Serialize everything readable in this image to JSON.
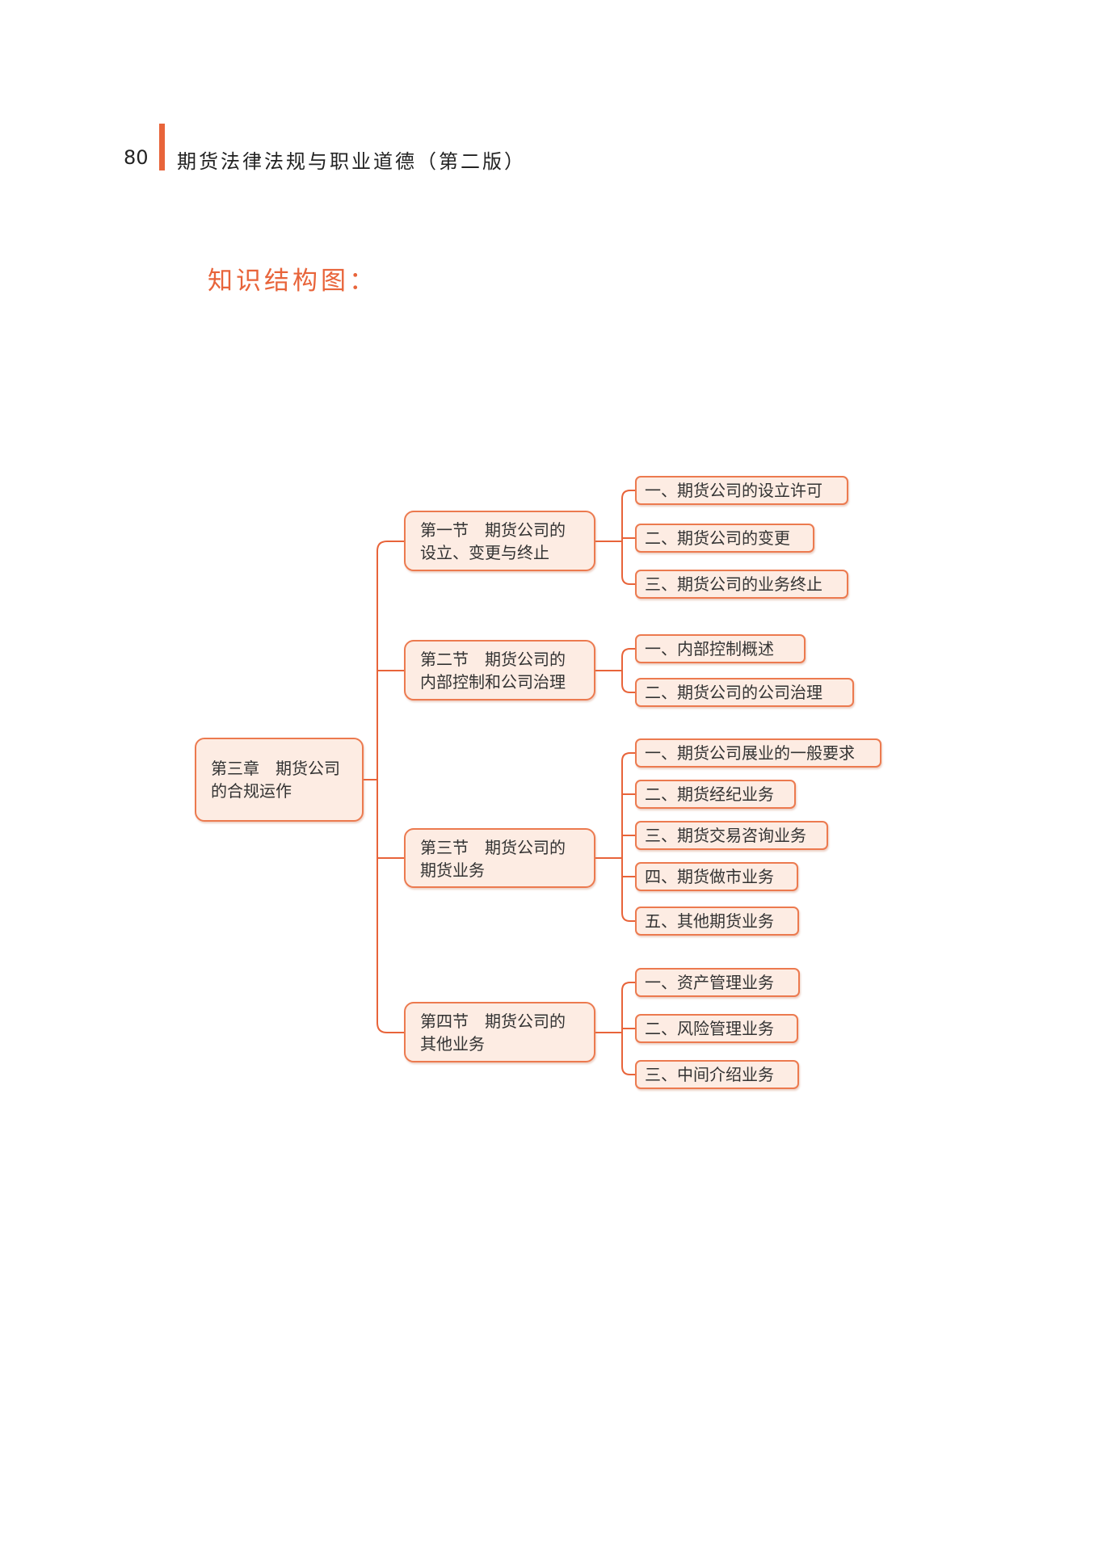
{
  "header": {
    "page_number": "80",
    "book_title": "期货法律法规与职业道德（第二版）"
  },
  "section_heading": "知识结构图：",
  "mindmap": {
    "root": {
      "line1": "第三章　期货公司",
      "line2": "的合规运作"
    },
    "sections": [
      {
        "line1": "第一节　期货公司的",
        "line2": "设立、变更与终止",
        "items": [
          "一、期货公司的设立许可",
          "二、期货公司的变更",
          "三、期货公司的业务终止"
        ]
      },
      {
        "line1": "第二节　期货公司的",
        "line2": "内部控制和公司治理",
        "items": [
          "一、内部控制概述",
          "二、期货公司的公司治理"
        ]
      },
      {
        "line1": "第三节　期货公司的",
        "line2": "期货业务",
        "items": [
          "一、期货公司展业的一般要求",
          "二、期货经纪业务",
          "三、期货交易咨询业务",
          "四、期货做市业务",
          "五、其他期货业务"
        ]
      },
      {
        "line1": "第四节　期货公司的",
        "line2": "其他业务",
        "items": [
          "一、资产管理业务",
          "二、风险管理业务",
          "三、中间介绍业务"
        ]
      }
    ],
    "colors": {
      "line": "#e8643a",
      "border": "#ec7a4f",
      "fill": "#fdece3"
    }
  }
}
